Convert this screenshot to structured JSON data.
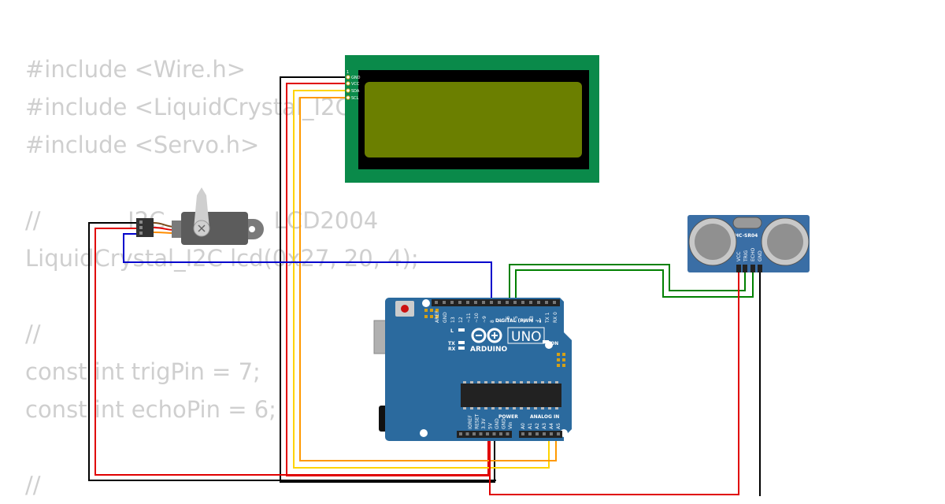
{
  "code_lines": [
    "#include <Wire.h>",
    "#include <LiquidCrystal_I2C.h>",
    "#include <Servo.h>",
    "",
    "//            I2C               LCD2004",
    "LiquidCrystal_I2C lcd(0x27, 20, 4);",
    "",
    "//",
    "const int trigPin = 7;",
    "const int echoPin = 6;",
    "",
    "//"
  ],
  "lcd": {
    "pins": [
      "GND",
      "VCC",
      "SDA",
      "SCL"
    ],
    "pin1": "1"
  },
  "sensor": {
    "label": "HC-SR04",
    "pins": [
      "VCC",
      "TRIG",
      "ECHO",
      "GND"
    ]
  },
  "arduino": {
    "brand": "ARDUINO",
    "model": "UNO",
    "digital_label": "DIGITAL (PWM ~)",
    "power_label": "POWER",
    "analog_label": "ANALOG IN",
    "on_label": "ON",
    "l_label": "L",
    "tx_label": "TX",
    "rx_label": "RX",
    "digital_pins": [
      "AREF",
      "GND",
      "13",
      "12",
      "~11",
      "~10",
      "~9",
      "8",
      "7",
      "~6",
      "~5",
      "4",
      "~3",
      "2",
      "TX 1",
      "RX 0"
    ],
    "power_pins": [
      "IOREF",
      "RESET",
      "3.3V",
      "5V",
      "GND",
      "GND",
      "Vin"
    ],
    "analog_pins": [
      "A0",
      "A1",
      "A2",
      "A3",
      "A4",
      "A5"
    ]
  },
  "colors": {
    "gnd_wire": "#000000",
    "vcc_wire": "#e00000",
    "sda_wire": "#ffd400",
    "scl_wire": "#ff9900",
    "trig_wire": "#008000",
    "servo_signal_wire": "#0000cc",
    "board": "#2b6a9e",
    "lcd_pcb": "#0a8a4a",
    "lcd_screen": "#6b7f00"
  }
}
